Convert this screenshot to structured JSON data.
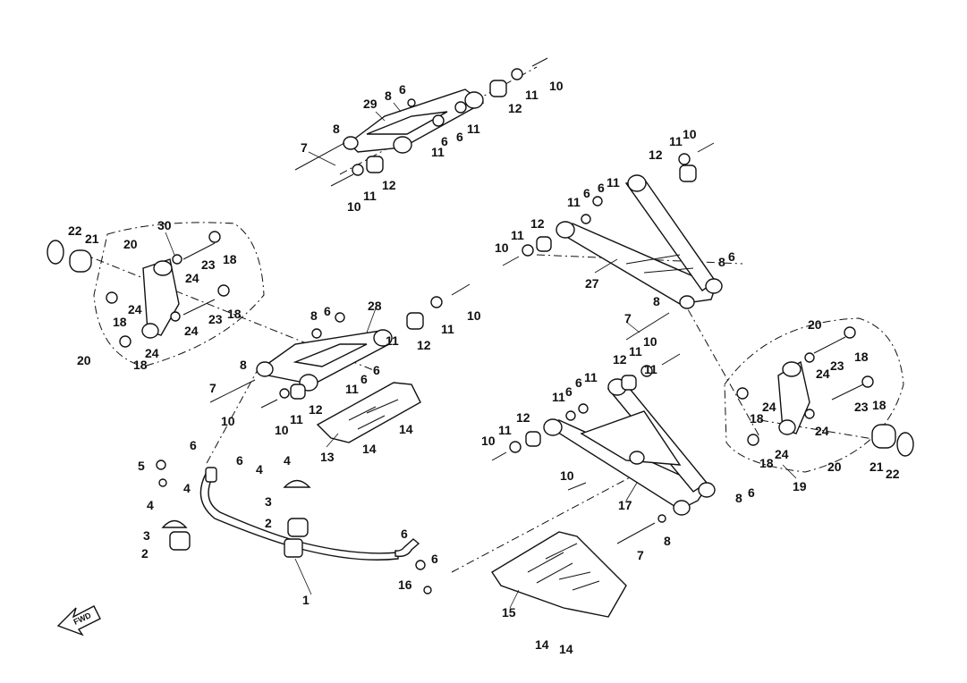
{
  "diagram": {
    "direction_arrow_label": "FWD",
    "callouts": [
      {
        "id": "c1",
        "text": "1"
      },
      {
        "id": "c2a",
        "text": "2"
      },
      {
        "id": "c2b",
        "text": "2"
      },
      {
        "id": "c3a",
        "text": "3"
      },
      {
        "id": "c3b",
        "text": "3"
      },
      {
        "id": "c4a",
        "text": "4"
      },
      {
        "id": "c4b",
        "text": "4"
      },
      {
        "id": "c4c",
        "text": "4"
      },
      {
        "id": "c4d",
        "text": "4"
      },
      {
        "id": "c5",
        "text": "5"
      },
      {
        "id": "c6a",
        "text": "6"
      },
      {
        "id": "c6b",
        "text": "6"
      },
      {
        "id": "c6c",
        "text": "6"
      },
      {
        "id": "c6d",
        "text": "6"
      },
      {
        "id": "c6e",
        "text": "6"
      },
      {
        "id": "c6f",
        "text": "6"
      },
      {
        "id": "c6g",
        "text": "6"
      },
      {
        "id": "c6h",
        "text": "6"
      },
      {
        "id": "c6i",
        "text": "6"
      },
      {
        "id": "c6j",
        "text": "6"
      },
      {
        "id": "c6k",
        "text": "6"
      },
      {
        "id": "c6l",
        "text": "6"
      },
      {
        "id": "c6m",
        "text": "6"
      },
      {
        "id": "c6n",
        "text": "6"
      },
      {
        "id": "c6o",
        "text": "6"
      },
      {
        "id": "c6p",
        "text": "6"
      },
      {
        "id": "c7a",
        "text": "7"
      },
      {
        "id": "c7b",
        "text": "7"
      },
      {
        "id": "c7c",
        "text": "7"
      },
      {
        "id": "c7d",
        "text": "7"
      },
      {
        "id": "c8a",
        "text": "8"
      },
      {
        "id": "c8b",
        "text": "8"
      },
      {
        "id": "c8c",
        "text": "8"
      },
      {
        "id": "c8d",
        "text": "8"
      },
      {
        "id": "c8e",
        "text": "8"
      },
      {
        "id": "c8f",
        "text": "8"
      },
      {
        "id": "c8g",
        "text": "8"
      },
      {
        "id": "c8h",
        "text": "8"
      },
      {
        "id": "c10a",
        "text": "10"
      },
      {
        "id": "c10b",
        "text": "10"
      },
      {
        "id": "c10c",
        "text": "10"
      },
      {
        "id": "c10d",
        "text": "10"
      },
      {
        "id": "c10e",
        "text": "10"
      },
      {
        "id": "c10f",
        "text": "10"
      },
      {
        "id": "c10g",
        "text": "10"
      },
      {
        "id": "c10h",
        "text": "10"
      },
      {
        "id": "c10i",
        "text": "10"
      },
      {
        "id": "c10j",
        "text": "10"
      },
      {
        "id": "c11a",
        "text": "11"
      },
      {
        "id": "c11b",
        "text": "11"
      },
      {
        "id": "c11c",
        "text": "11"
      },
      {
        "id": "c11d",
        "text": "11"
      },
      {
        "id": "c11e",
        "text": "11"
      },
      {
        "id": "c11f",
        "text": "11"
      },
      {
        "id": "c11g",
        "text": "11"
      },
      {
        "id": "c11h",
        "text": "11"
      },
      {
        "id": "c11i",
        "text": "11"
      },
      {
        "id": "c11j",
        "text": "11"
      },
      {
        "id": "c11k",
        "text": "11"
      },
      {
        "id": "c11l",
        "text": "11"
      },
      {
        "id": "c11m",
        "text": "11"
      },
      {
        "id": "c11n",
        "text": "11"
      },
      {
        "id": "c11o",
        "text": "11"
      },
      {
        "id": "c11p",
        "text": "11"
      },
      {
        "id": "c11q",
        "text": "11"
      },
      {
        "id": "c12a",
        "text": "12"
      },
      {
        "id": "c12b",
        "text": "12"
      },
      {
        "id": "c12c",
        "text": "12"
      },
      {
        "id": "c12d",
        "text": "12"
      },
      {
        "id": "c12e",
        "text": "12"
      },
      {
        "id": "c12f",
        "text": "12"
      },
      {
        "id": "c12g",
        "text": "12"
      },
      {
        "id": "c12h",
        "text": "12"
      },
      {
        "id": "c13",
        "text": "13"
      },
      {
        "id": "c14a",
        "text": "14"
      },
      {
        "id": "c14b",
        "text": "14"
      },
      {
        "id": "c14c",
        "text": "14"
      },
      {
        "id": "c14d",
        "text": "14"
      },
      {
        "id": "c15",
        "text": "15"
      },
      {
        "id": "c16",
        "text": "16"
      },
      {
        "id": "c17",
        "text": "17"
      },
      {
        "id": "c18a",
        "text": "18"
      },
      {
        "id": "c18b",
        "text": "18"
      },
      {
        "id": "c18c",
        "text": "18"
      },
      {
        "id": "c18d",
        "text": "18"
      },
      {
        "id": "c18e",
        "text": "18"
      },
      {
        "id": "c18f",
        "text": "18"
      },
      {
        "id": "c18g",
        "text": "18"
      },
      {
        "id": "c18h",
        "text": "18"
      },
      {
        "id": "c19",
        "text": "19"
      },
      {
        "id": "c20a",
        "text": "20"
      },
      {
        "id": "c20b",
        "text": "20"
      },
      {
        "id": "c20c",
        "text": "20"
      },
      {
        "id": "c20d",
        "text": "20"
      },
      {
        "id": "c21a",
        "text": "21"
      },
      {
        "id": "c21b",
        "text": "21"
      },
      {
        "id": "c22a",
        "text": "22"
      },
      {
        "id": "c22b",
        "text": "22"
      },
      {
        "id": "c23a",
        "text": "23"
      },
      {
        "id": "c23b",
        "text": "23"
      },
      {
        "id": "c23c",
        "text": "23"
      },
      {
        "id": "c23d",
        "text": "23"
      },
      {
        "id": "c24a",
        "text": "24"
      },
      {
        "id": "c24b",
        "text": "24"
      },
      {
        "id": "c24c",
        "text": "24"
      },
      {
        "id": "c24d",
        "text": "24"
      },
      {
        "id": "c24e",
        "text": "24"
      },
      {
        "id": "c24f",
        "text": "24"
      },
      {
        "id": "c24g",
        "text": "24"
      },
      {
        "id": "c24h",
        "text": "24"
      },
      {
        "id": "c27",
        "text": "27"
      },
      {
        "id": "c28",
        "text": "28"
      },
      {
        "id": "c29",
        "text": "29"
      },
      {
        "id": "c30",
        "text": "30"
      }
    ]
  }
}
